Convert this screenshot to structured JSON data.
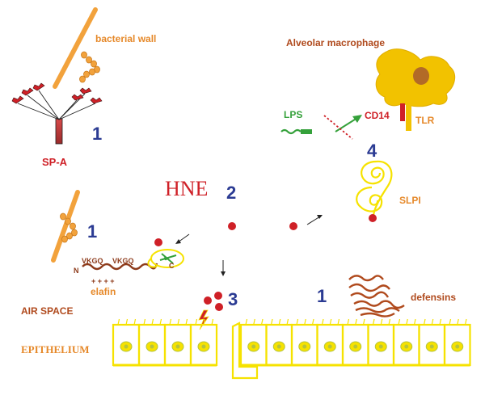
{
  "colors": {
    "bacterial_wall": "#f2a23c",
    "orange_text": "#e6892a",
    "red_text": "#cf2027",
    "navy": "#2b3b93",
    "green": "#35a13b",
    "macrophage": "#f2c200",
    "nucleus": "#b26a27",
    "epithelium": "#f6e200",
    "nucleus_epi": "#b7c43c",
    "elafin_brown": "#8d3a1a",
    "defensin": "#b04a1d"
  },
  "labels": {
    "bacterial_wall_top": "bacterial wall",
    "sp_a": "SP-A",
    "alveolar_macrophage": "Alveolar macrophage",
    "lps": "LPS",
    "cd14": "CD14",
    "tlr": "TLR",
    "hne": "HNE",
    "slpi": "SLPI",
    "elafin": "elafin",
    "elafin_seq1": "VKGQ",
    "elafin_seq2": "VKGQ",
    "elafin_n": "N",
    "elafin_c": "C",
    "elafin_plus": "+ + + +",
    "defensins": "defensins",
    "air_space": "AIR SPACE",
    "epithelium": "EPITHELIUM"
  },
  "numbers": {
    "n1_top": "1",
    "n1_mid": "1",
    "n1_right": "1",
    "n2": "2",
    "n3": "3",
    "n4": "4"
  },
  "epithelium": {
    "left_cell_count": 4,
    "right_cell_count": 9
  }
}
